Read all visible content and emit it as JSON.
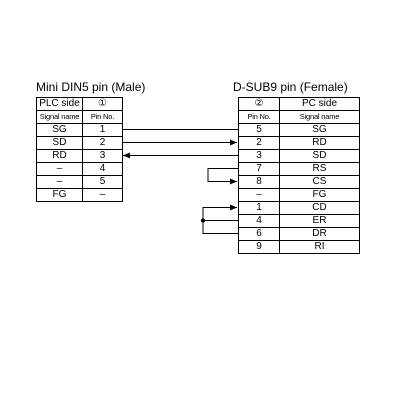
{
  "left": {
    "title": "Mini DIN5 pin (Male)",
    "header": [
      "PLC side",
      "①"
    ],
    "subheader": [
      "Signal name",
      "Pin No."
    ],
    "rows": [
      [
        "SG",
        "1"
      ],
      [
        "SD",
        "2"
      ],
      [
        "RD",
        "3"
      ],
      [
        "–",
        "4"
      ],
      [
        "–",
        "5"
      ],
      [
        "FG",
        "–"
      ]
    ]
  },
  "right": {
    "title": "D-SUB9 pin (Female)",
    "header": [
      "②",
      "PC side"
    ],
    "subheader": [
      "Pin No.",
      "Signal name"
    ],
    "rows": [
      [
        "5",
        "SG"
      ],
      [
        "2",
        "RD"
      ],
      [
        "3",
        "SD"
      ],
      [
        "7",
        "RS"
      ],
      [
        "8",
        "CS"
      ],
      [
        "–",
        "FG"
      ],
      [
        "1",
        "CD"
      ],
      [
        "4",
        "ER"
      ],
      [
        "6",
        "DR"
      ],
      [
        "9",
        "RI"
      ]
    ]
  }
}
